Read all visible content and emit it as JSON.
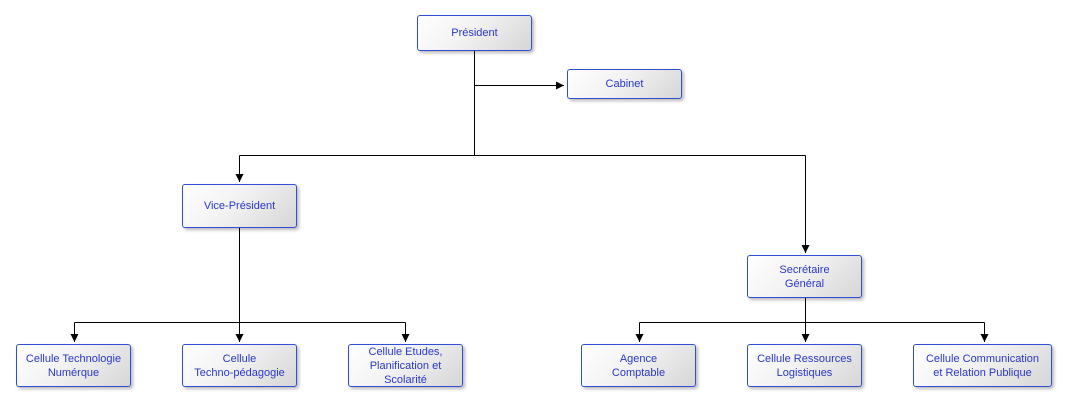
{
  "nodes": {
    "president": "Président",
    "cabinet": "Cabinet",
    "vice_president": "Vice-Président",
    "secretaire_general": "Secrétaire\nGénéral",
    "cellule_techno_numerique": "Cellule Technologie\nNumérque",
    "cellule_techno_pedagogie": "Cellule\nTechno-pédagogie",
    "cellule_etudes": "Cellule Etudes,\nPlanification et\nScolarité",
    "agence_comptable": "Agence\nComptable",
    "cellule_ressources": "Cellule Ressources\nLogistiques",
    "cellule_communication": "Cellule Communication\net Relation Publique"
  },
  "colors": {
    "border": "#2f4fd6",
    "text": "#2a37c9",
    "line": "#000000"
  }
}
